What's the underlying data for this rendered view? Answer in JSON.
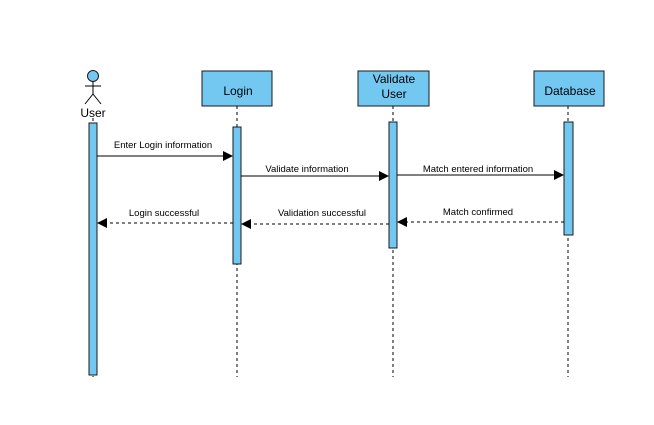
{
  "colors": {
    "box_fill": "#73c8f2",
    "box_stroke": "#1a1a1a",
    "line": "#000000",
    "background": "#ffffff"
  },
  "participants": [
    {
      "id": "user",
      "label": "User",
      "shape": "actor-icon"
    },
    {
      "id": "login",
      "label": "Login",
      "shape": "box"
    },
    {
      "id": "validate",
      "label_lines": [
        "Validate",
        "User"
      ],
      "shape": "box"
    },
    {
      "id": "database",
      "label": "Database",
      "shape": "box"
    }
  ],
  "messages": [
    {
      "from": "user",
      "to": "login",
      "label": "Enter Login information",
      "style": "solid"
    },
    {
      "from": "login",
      "to": "validate",
      "label": "Validate information",
      "style": "solid"
    },
    {
      "from": "validate",
      "to": "database",
      "label": "Match entered information",
      "style": "solid"
    },
    {
      "from": "database",
      "to": "validate",
      "label": "Match confirmed",
      "style": "dashed"
    },
    {
      "from": "validate",
      "to": "login",
      "label": "Validation successful",
      "style": "dashed"
    },
    {
      "from": "login",
      "to": "user",
      "label": "Login successful",
      "style": "dashed"
    }
  ]
}
